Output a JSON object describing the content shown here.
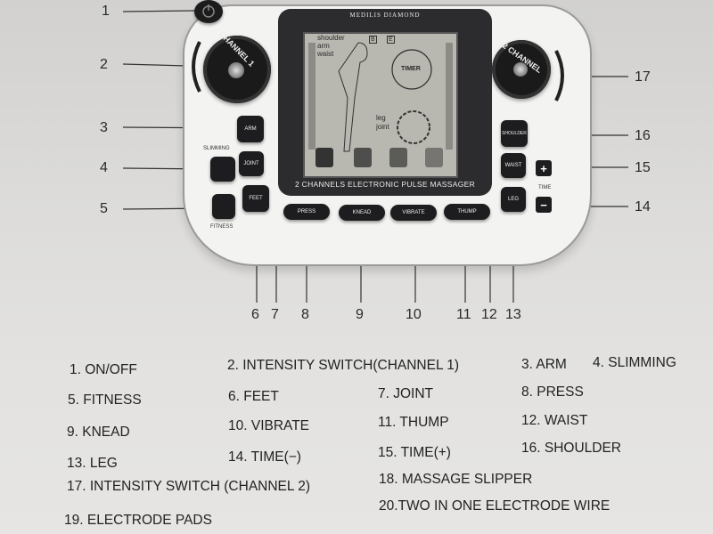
{
  "device": {
    "brand": "MEDILIS DIAMOND",
    "lcd_caption": "2 CHANNELS ELECTRONIC PULSE MASSAGER",
    "lcd_labels": {
      "shoulder": "shoulder",
      "arm": "arm",
      "waist": "waist",
      "leg": "leg",
      "joint": "joint",
      "timer": "TIMER",
      "b": "B",
      "e": "E"
    },
    "knob1_text": "CHANNEL 1",
    "knob2_text": "2 CHANNEL",
    "buttons": {
      "arm": "ARM",
      "joint": "JOINT",
      "feet": "FEET",
      "slimming": "SLIMMING",
      "fitness": "FITNESS",
      "press": "PRESS",
      "knead": "KNEAD",
      "vibrate": "VIBRATE",
      "thump": "THUMP",
      "shoulder": "SHOULDER",
      "waist": "WAIST",
      "leg": "LEG",
      "time": "TIME",
      "plus": "+",
      "minus": "−"
    }
  },
  "callouts": {
    "n1": "1",
    "n2": "2",
    "n3": "3",
    "n4": "4",
    "n5": "5",
    "n6": "6",
    "n7": "7",
    "n8": "8",
    "n9": "9",
    "n10": "10",
    "n11": "11",
    "n12": "12",
    "n13": "13",
    "n14": "14",
    "n15": "15",
    "n16": "16",
    "n17": "17"
  },
  "legend": {
    "i1": "1. ON/OFF",
    "i2": "2. INTENSITY SWITCH(CHANNEL 1)",
    "i3": "3. ARM",
    "i4": "4. SLIMMING",
    "i5": "5. FITNESS",
    "i6": "6. FEET",
    "i7": "7. JOINT",
    "i8": "8. PRESS",
    "i9": "9. KNEAD",
    "i10": "10. VIBRATE",
    "i11": "11. THUMP",
    "i12": "12. WAIST",
    "i13": "13. LEG",
    "i14": "14. TIME(−)",
    "i15": "15. TIME(+)",
    "i16": "16. SHOULDER",
    "i17": "17. INTENSITY SWITCH (CHANNEL 2)",
    "i18": "18. MASSAGE SLIPPER",
    "i19": "19. ELECTRODE PADS",
    "i20": "20.TWO IN ONE ELECTRODE WIRE"
  }
}
